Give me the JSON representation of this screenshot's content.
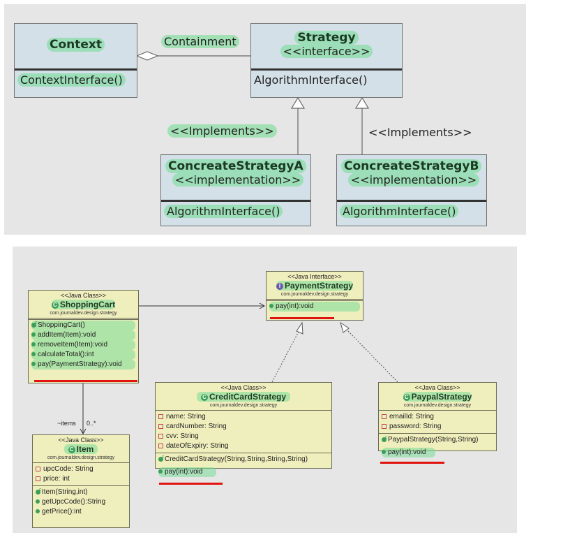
{
  "top_diagram": {
    "context": {
      "name": "Context",
      "operation": "ContextInterface()"
    },
    "strategy": {
      "name": "Strategy",
      "stereotype": "<<interface>>",
      "operation": "AlgorithmInterface()"
    },
    "containment_label": "Containment",
    "implements_label_a": "<<Implements>>",
    "implements_label_b": "<<Implements>>",
    "concrete_a": {
      "name": "ConcreateStrategyA",
      "stereotype": "<<implementation>>",
      "operation": "AlgorithmInterface()"
    },
    "concrete_b": {
      "name": "ConcreateStrategyB",
      "stereotype": "<<implementation>>",
      "operation": "AlgorithmInterface()"
    }
  },
  "bottom_diagram": {
    "shopping_cart": {
      "stereotype": "<<Java Class>>",
      "name": "ShoppingCart",
      "package": "com.journaldev.design.strategy",
      "methods": [
        "ShoppingCart()",
        "addItem(Item):void",
        "removeItem(Item):void",
        "calculateTotal():int",
        "pay(PaymentStrategy):void"
      ]
    },
    "payment_strategy": {
      "stereotype": "<<Java Interface>>",
      "name": "PaymentStrategy",
      "package": "com.journaldev.design.strategy",
      "methods": [
        "pay(int):void"
      ]
    },
    "credit_card_strategy": {
      "stereotype": "<<Java Class>>",
      "name": "CreditCardStrategy",
      "package": "com.journaldev.design.strategy",
      "fields": [
        "name: String",
        "cardNumber: String",
        "cvv: String",
        "dateOfExpiry: String"
      ],
      "methods": [
        "CreditCardStrategy(String,String,String,String)",
        "pay(int):void"
      ]
    },
    "paypal_strategy": {
      "stereotype": "<<Java Class>>",
      "name": "PaypalStrategy",
      "package": "com.journaldev.design.strategy",
      "fields": [
        "emailId: String",
        "password: String"
      ],
      "methods": [
        "PaypalStrategy(String,String)",
        "pay(int):void"
      ]
    },
    "item": {
      "stereotype": "<<Java Class>>",
      "name": "Item",
      "package": "com.journaldev.design.strategy",
      "fields": [
        "upcCode: String",
        "price: int"
      ],
      "methods": [
        "Item(String,int)",
        "getUpcCode():String",
        "getPrice():int"
      ]
    },
    "association_role": "~items",
    "association_multiplicity": "0..*"
  },
  "colors": {
    "highlight": "#78dc96",
    "underline": "#e0140f",
    "uml_box_top": "#d3e0e8",
    "java_box": "#efeebd",
    "panel_bg": "#e6e6e6"
  }
}
